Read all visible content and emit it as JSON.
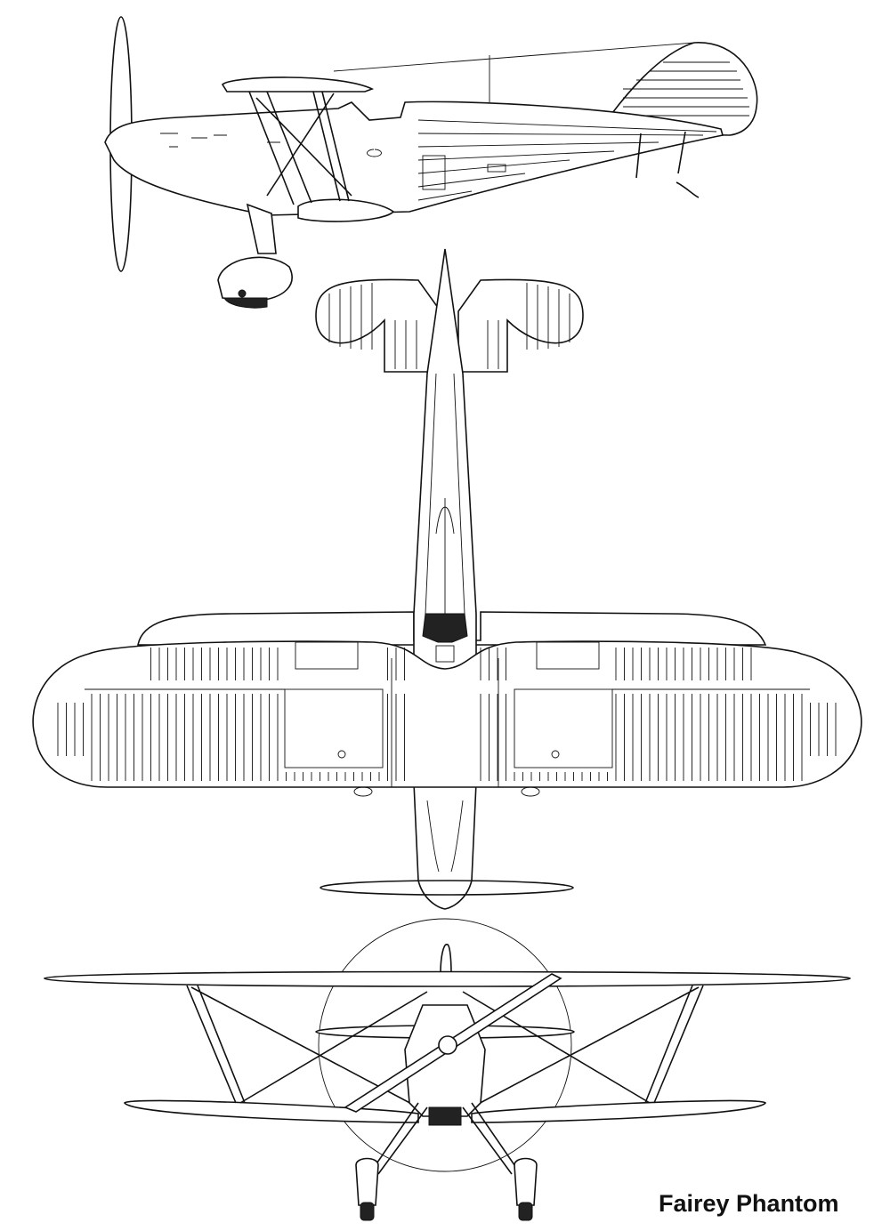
{
  "drawing": {
    "title": "Fairey Phantom",
    "views": [
      "side-view",
      "top-view",
      "front-view"
    ],
    "line_color": "#111111",
    "background": "#ffffff"
  }
}
